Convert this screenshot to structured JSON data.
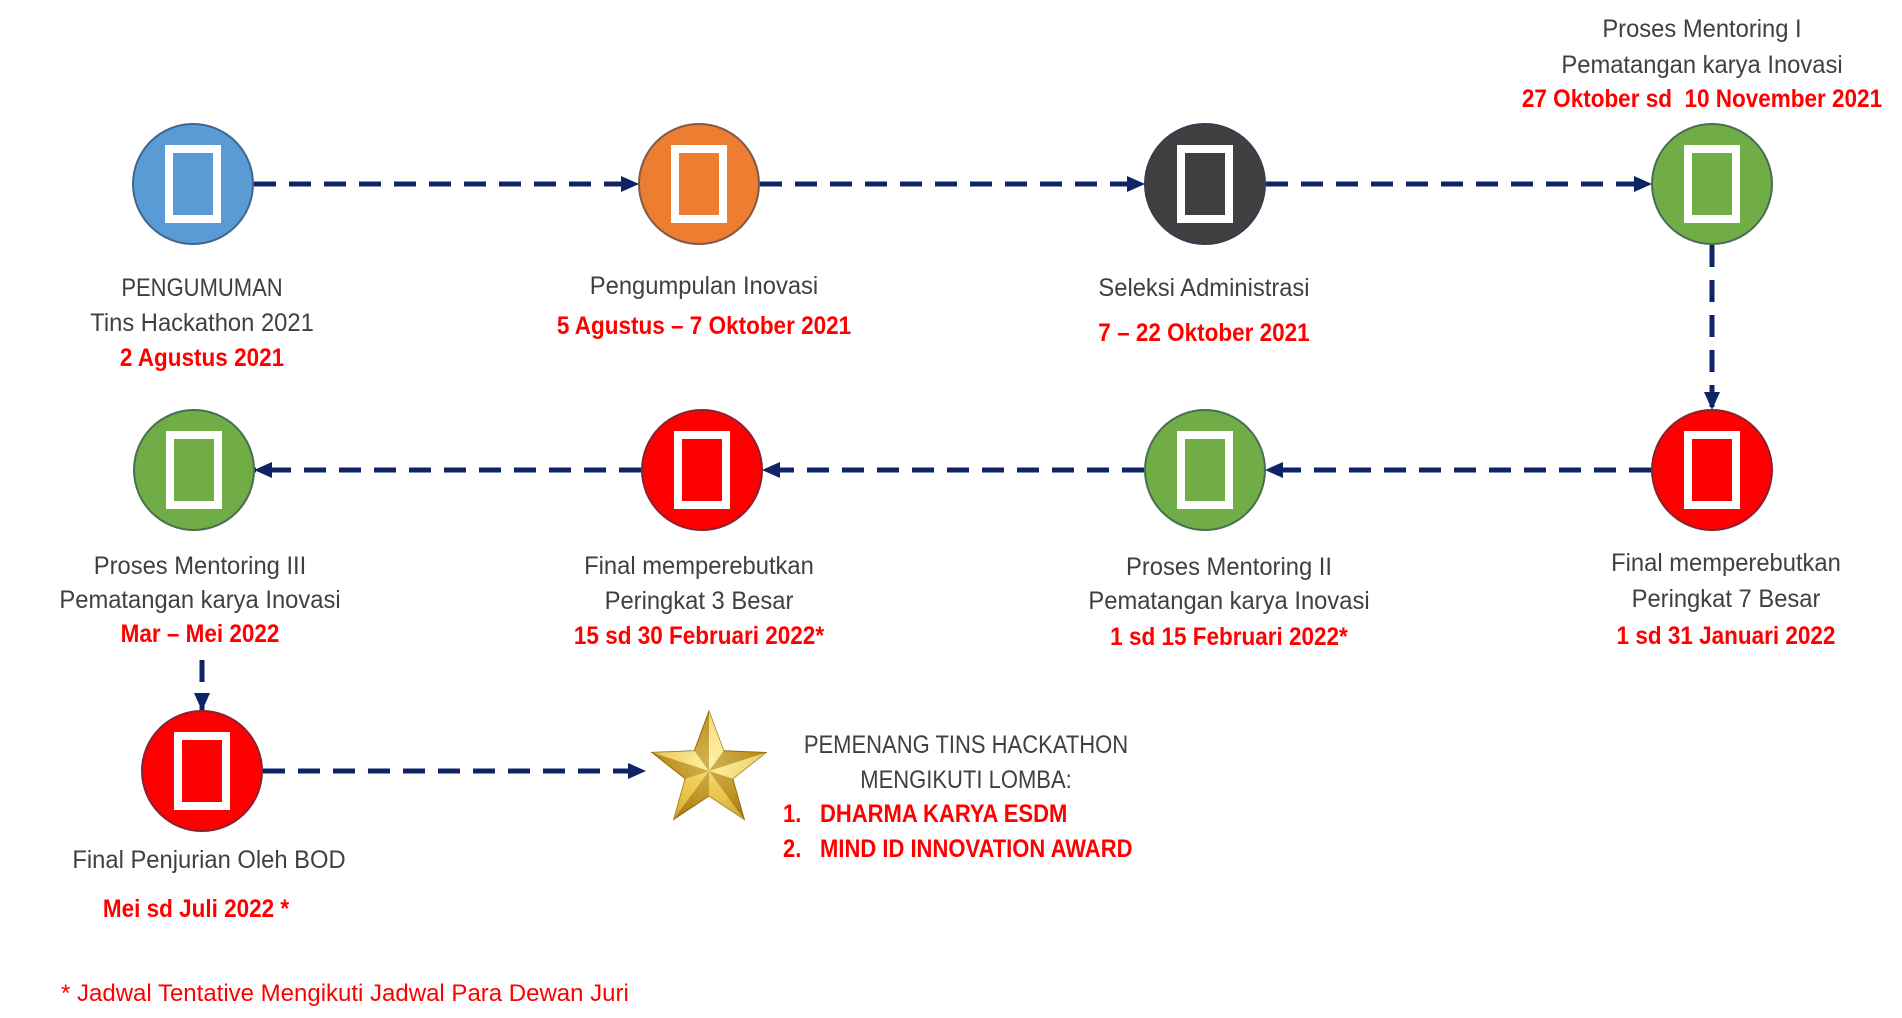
{
  "steps": [
    {
      "lines": [
        "PENGUMUMAN",
        "Tins Hackathon 2021"
      ],
      "date": "2 Agustus 2021",
      "color": "#5b9bd5"
    },
    {
      "lines": [
        "Pengumpulan Inovasi"
      ],
      "date": "5 Agustus – 7 Oktober 2021",
      "color": "#ed7d31"
    },
    {
      "lines": [
        "Seleksi Administrasi"
      ],
      "date": "7 – 22 Oktober 2021",
      "color": "#404040"
    },
    {
      "lines": [
        "Proses Mentoring I",
        "Pematangan karya Inovasi"
      ],
      "date": "27 Oktober sd  10 November 2021",
      "color": "#70ad47"
    },
    {
      "lines": [
        "Final memperebutkan",
        "Peringkat 7 Besar"
      ],
      "date": "1 sd 31 Januari 2022",
      "color": "#ff0000"
    },
    {
      "lines": [
        "Proses Mentoring II",
        "Pematangan karya Inovasi"
      ],
      "date": "1 sd 15 Februari 2022*",
      "color": "#70ad47"
    },
    {
      "lines": [
        "Final memperebutkan",
        "Peringkat 3 Besar"
      ],
      "date": "15 sd 30 Februari 2022*",
      "color": "#ff0000"
    },
    {
      "lines": [
        "Proses Mentoring III",
        "Pematangan karya Inovasi"
      ],
      "date": "Mar – Mei 2022",
      "color": "#70ad47"
    },
    {
      "lines": [
        "Final Penjurian Oleh BOD"
      ],
      "date": "Mei sd Juli 2022 *",
      "color": "#ff0000"
    }
  ],
  "winner": {
    "heading_lines": [
      "PEMENANG TINS HACKATHON",
      "MENGIKUTI LOMBA:"
    ],
    "items": [
      {
        "num": "1.",
        "text": "DHARMA KARYA ESDM"
      },
      {
        "num": "2.",
        "text": "MIND ID INNOVATION AWARD"
      }
    ],
    "icon": "gold-star-icon"
  },
  "footnote": "* Jadwal Tentative Mengikuti Jadwal Para Dewan Juri"
}
